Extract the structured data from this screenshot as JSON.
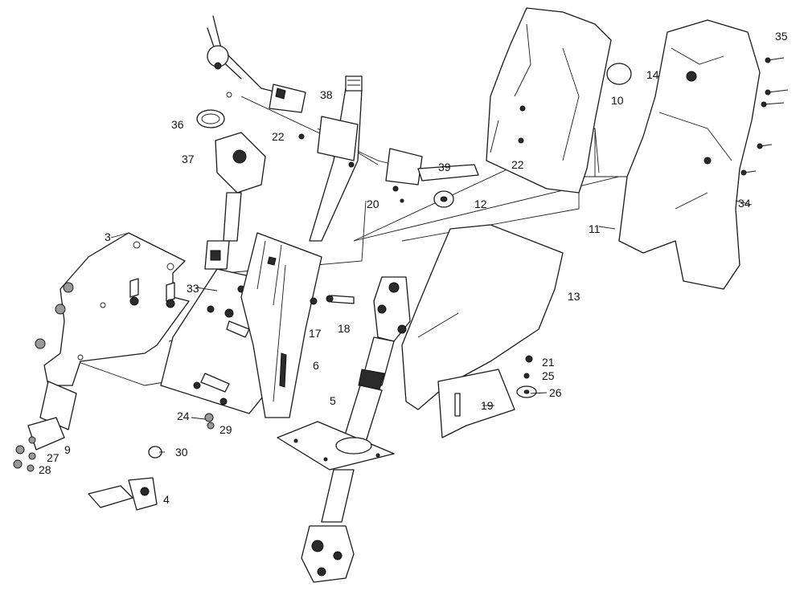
{
  "callouts": [
    {
      "id": "c35",
      "text": "35"
    },
    {
      "id": "c14",
      "text": "14"
    },
    {
      "id": "c10",
      "text": "10"
    },
    {
      "id": "c38",
      "text": "38"
    },
    {
      "id": "c36",
      "text": "36"
    },
    {
      "id": "c22a",
      "text": "22"
    },
    {
      "id": "c22b",
      "text": "22"
    },
    {
      "id": "c37",
      "text": "37"
    },
    {
      "id": "c39",
      "text": "39"
    },
    {
      "id": "c20",
      "text": "20"
    },
    {
      "id": "c12",
      "text": "12"
    },
    {
      "id": "c34",
      "text": "34"
    },
    {
      "id": "c11",
      "text": "11"
    },
    {
      "id": "c3",
      "text": "3"
    },
    {
      "id": "c33",
      "text": "33"
    },
    {
      "id": "c13",
      "text": "13"
    },
    {
      "id": "c18",
      "text": "18"
    },
    {
      "id": "c17",
      "text": "17"
    },
    {
      "id": "c6",
      "text": "6"
    },
    {
      "id": "c21",
      "text": "21"
    },
    {
      "id": "c25",
      "text": "25"
    },
    {
      "id": "c26",
      "text": "26"
    },
    {
      "id": "c5",
      "text": "5"
    },
    {
      "id": "c19",
      "text": "19"
    },
    {
      "id": "c24",
      "text": "24"
    },
    {
      "id": "c29",
      "text": "29"
    },
    {
      "id": "c9",
      "text": "9"
    },
    {
      "id": "c27",
      "text": "27"
    },
    {
      "id": "c28",
      "text": "28"
    },
    {
      "id": "c30",
      "text": "30"
    },
    {
      "id": "c4",
      "text": "4"
    }
  ]
}
